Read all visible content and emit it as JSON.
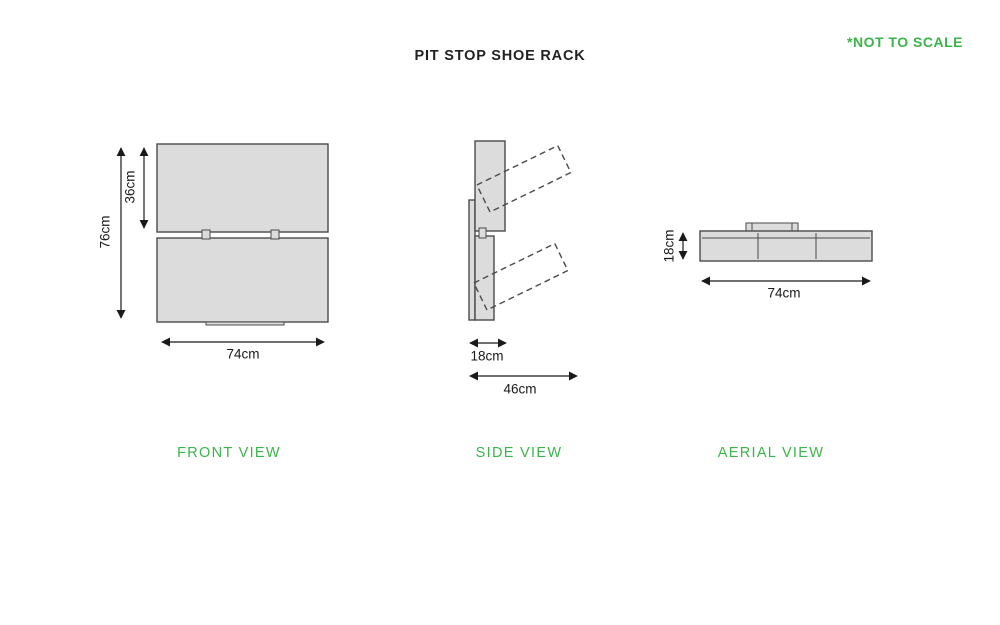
{
  "title": "PIT STOP SHOE RACK",
  "scale_note": "*NOT TO SCALE",
  "colors": {
    "accent_green": "#3ab54a",
    "panel_fill": "#dcdcdc",
    "outline": "#4a4a4a",
    "dimension_text": "#1a1a1a"
  },
  "views": {
    "front": {
      "label": "FRONT VIEW",
      "dimensions": {
        "total_height": "76cm",
        "top_compartment_height": "36cm",
        "width": "74cm"
      }
    },
    "side": {
      "label": "SIDE VIEW",
      "dimensions": {
        "depth_closed": "18cm",
        "depth_open": "46cm"
      }
    },
    "aerial": {
      "label": "AERIAL VIEW",
      "dimensions": {
        "depth": "18cm",
        "width": "74cm"
      }
    }
  }
}
